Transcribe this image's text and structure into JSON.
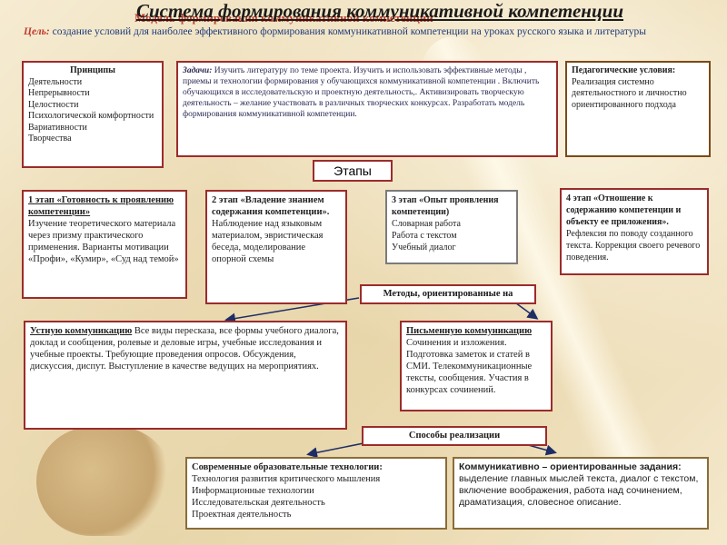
{
  "title": "Система формирования коммуникативной компетенции",
  "subtitle": "Модель формирования коммуникативной компетенции",
  "goal": {
    "label": "Цель:",
    "text": "создание условий для наиболее эффективного формирования коммуникативной компетенции на уроках русского языка и литературы"
  },
  "principles": {
    "header": "Принципы",
    "items": [
      "Деятельности",
      "Непрерывности",
      "Целостности",
      "Психологической комфортности",
      "Вариативности",
      "Творчества"
    ]
  },
  "tasks": {
    "label": "Задачи:",
    "text": "Изучить литературу по теме проекта. Изучить и использовать эффективные методы , приемы и технологии формирования у обучающихся коммуникативной компетенции . Включить обучающихся в исследовательскую и проектную деятельность,. Активизировать творческую деятельность – желание участвовать в различных творческих конкурсах. Разработать модель формирования коммуникативной компетенции."
  },
  "conditions": {
    "header": "Педагогические условия:",
    "text": "Реализация системно деятельностного и личностно ориентированного подхода"
  },
  "stages_label": "Этапы",
  "stage1": {
    "header": "1 этап «Готовность к проявлению компетенции»",
    "text": "Изучение теоретического материала через призму практического применения. Варианты мотивации «Профи», «Кумир», «Суд над темой»"
  },
  "stage2": {
    "header": "2 этап «Владение знанием содержания компетенции».",
    "text": "Наблюдение над языковым материалом, эвристическая беседа, моделирование опорной схемы"
  },
  "stage3": {
    "header": "3 этап «Опыт проявления компетенции)",
    "items": [
      "Словарная работа",
      "Работа с текстом",
      "Учебный диалог"
    ]
  },
  "stage4": {
    "header": "4 этап «Отношение к содержанию компетенции и объекту ее приложения».",
    "text": "Рефлексия по поводу созданного текста. Коррекция своего речевого поведения."
  },
  "methods_label": "Методы, ориентированные на",
  "oral": {
    "header": "Устную коммуникацию",
    "text": "Все виды пересказа, все формы учебного диалога, доклад и сообщения, ролевые и деловые игры, учебные исследования и учебные проекты. Требующие проведения опросов. Обсуждения, дискуссия, диспут. Выступление в качестве ведущих на мероприятиях."
  },
  "written": {
    "header": "Письменную коммуникацию",
    "text": "Сочинения и изложения. Подготовка заметок и статей в СМИ. Телекоммуникационные тексты, сообщения. Участия в конкурсах сочинений."
  },
  "ways_label": "Способы реализации",
  "tech": {
    "header": "Современные образовательные технологии:",
    "items": [
      "Технология развития критического мышления",
      "Информационные технологии",
      "Исследовательская деятельность",
      "Проектная деятельность"
    ]
  },
  "comm_tasks": {
    "header": "Коммуникативно – ориентированные задания:",
    "text": "выделение главных мыслей текста, диалог с текстом, включение воображения, работа над сочинением, драматизация, словесное описание."
  }
}
